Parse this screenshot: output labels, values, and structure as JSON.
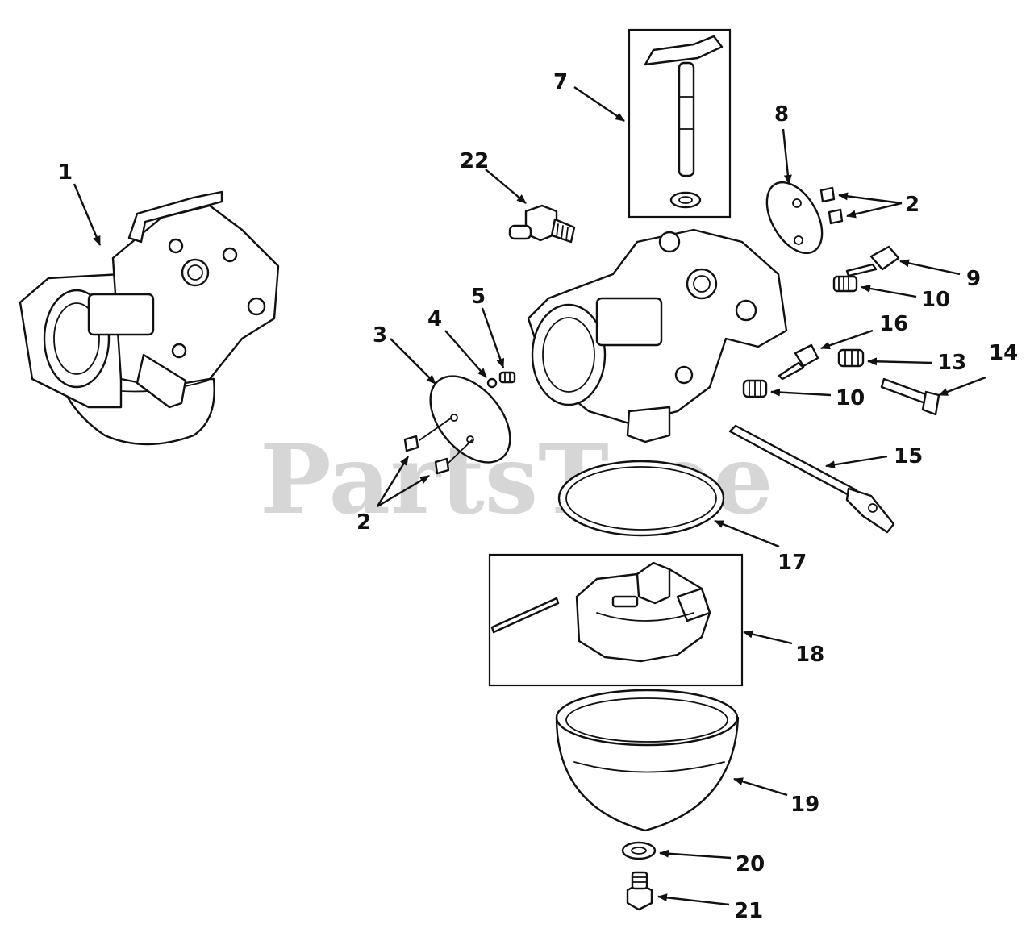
{
  "watermark": "PartsTree",
  "callouts": {
    "c1": "1",
    "c2a": "2",
    "c2b": "2",
    "c3": "3",
    "c4": "4",
    "c5": "5",
    "c7": "7",
    "c8": "8",
    "c9": "9",
    "c10a": "10",
    "c10b": "10",
    "c13": "13",
    "c14": "14",
    "c15": "15",
    "c16": "16",
    "c17": "17",
    "c18": "18",
    "c19": "19",
    "c20": "20",
    "c21": "21",
    "c22": "22"
  }
}
